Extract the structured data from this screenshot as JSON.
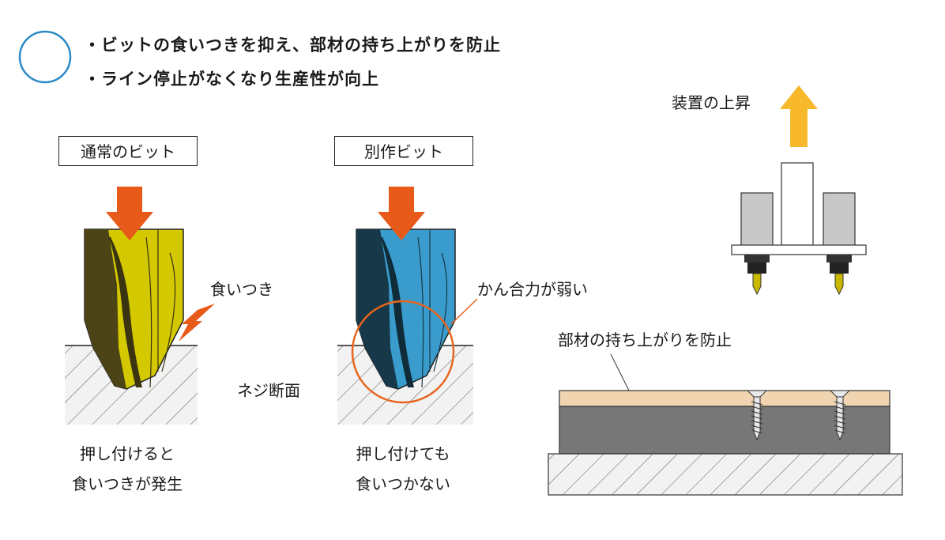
{
  "marker": {
    "symbol": "○",
    "color": "#2b8ac6"
  },
  "bullets": [
    "・ビットの食いつきを抑え、部材の持ち上がりを防止",
    "・ライン停止がなくなり生産性が向上"
  ],
  "normal_bit": {
    "title": "通常のビット",
    "bite_label": "食いつき",
    "caption_line1": "押し付けると",
    "caption_line2": "食いつきが発生",
    "color": "#d4c800"
  },
  "custom_bit": {
    "title": "別作ビット",
    "weak_label": "かん合力が弱い",
    "caption_line1": "押し付けても",
    "caption_line2": "食いつかない",
    "color": "#3a9ccc"
  },
  "screw_section_label": "ネジ断面",
  "device": {
    "lift_label": "装置の上昇",
    "prevent_label": "部材の持ち上がりを防止"
  },
  "colors": {
    "push_arrow": "#e85a1a",
    "lift_arrow": "#f7b82c",
    "circle": "#e8651e",
    "board": "#f0d5b0",
    "base": "#777777"
  }
}
